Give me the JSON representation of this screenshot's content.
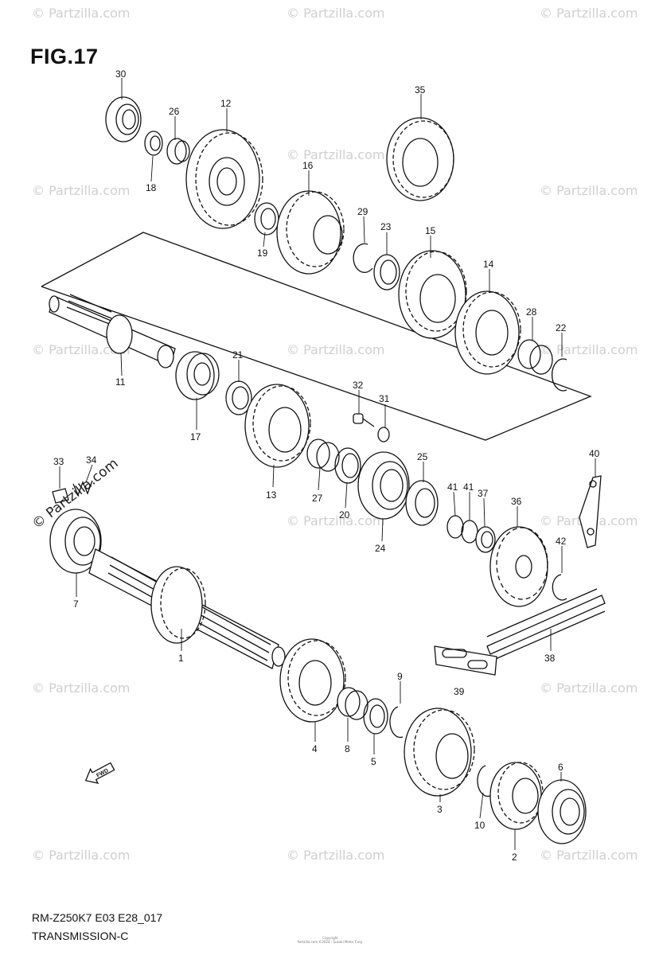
{
  "figure": {
    "title": "FIG.17",
    "code": "RM-Z250K7 E03 E28_017",
    "subtitle": "TRANSMISSION-C",
    "copyright": [
      "Copyright",
      "Partzilla.com ©2024 - Suzuki Motor Corp."
    ]
  },
  "watermark": {
    "text": "© Partzilla.com",
    "diagonal_text": "© Partzilla.com"
  },
  "fwd_icon": "FWD",
  "callouts": [
    "30",
    "26",
    "12",
    "35",
    "18",
    "16",
    "29",
    "23",
    "15",
    "19",
    "14",
    "28",
    "22",
    "11",
    "21",
    "17",
    "32",
    "31",
    "13",
    "27",
    "20",
    "25",
    "24",
    "41",
    "41",
    "37",
    "36",
    "40",
    "33",
    "34",
    "7",
    "42",
    "1",
    "38",
    "9",
    "39",
    "4",
    "8",
    "5",
    "3",
    "6",
    "10",
    "2"
  ]
}
